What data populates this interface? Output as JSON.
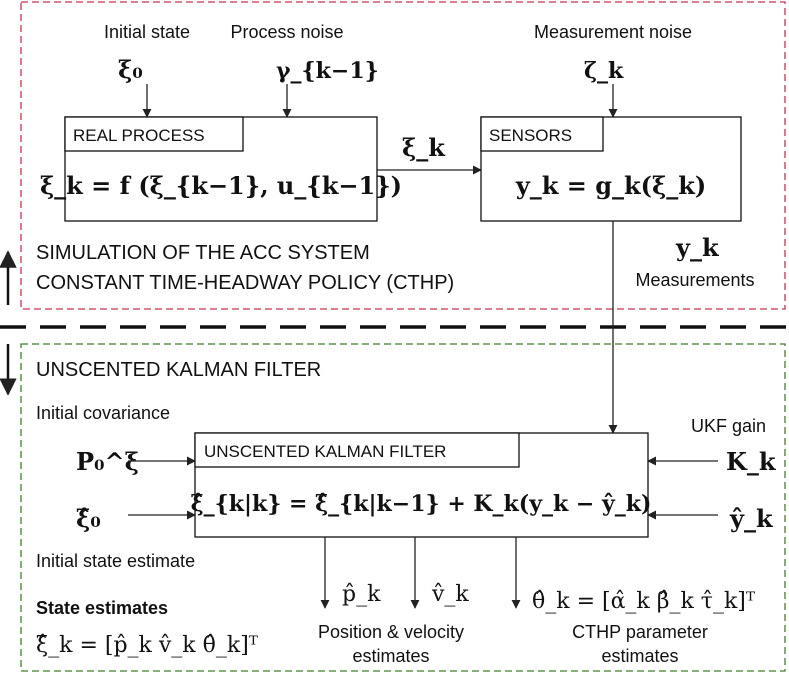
{
  "colors": {
    "top_region_border": "#c8344e",
    "bottom_region_border": "#3f7f2a",
    "ink": "#111111",
    "arrow": "#222222"
  },
  "top_region": {
    "caption_line1": "SIMULATION OF THE ACC SYSTEM",
    "caption_line2": "CONSTANT TIME-HEADWAY POLICY (CTHP)",
    "inputs": {
      "initial_state_label": "Initial state",
      "initial_state_symbol": "ξ₀",
      "process_noise_label": "Process noise",
      "process_noise_symbol": "γ_{k−1}",
      "measurement_noise_label": "Measurement noise",
      "measurement_noise_symbol": "ζ_k"
    },
    "real_process": {
      "title": "REAL PROCESS",
      "equation": "ξ_k = f (ξ_{k−1}, u_{k−1})"
    },
    "state_signal": "ξ_k",
    "sensors": {
      "title": "SENSORS",
      "equation": "y_k = g_k(ξ_k)"
    },
    "measurement_signal": "y_k",
    "measurements_label": "Measurements"
  },
  "bottom_region": {
    "caption": "UNSCENTED KALMAN FILTER",
    "initial_covariance_label": "Initial covariance",
    "initial_covariance_symbol": "P₀^ξ",
    "initial_state_estimate_symbol": "ξ̂₀",
    "initial_state_estimate_label": "Initial state estimate",
    "ukf_gain_label": "UKF gain",
    "ukf_gain_symbol": "K_k",
    "predicted_measurement_symbol": "ŷ_k",
    "ukf_box": {
      "title": "UNSCENTED KALMAN FILTER",
      "equation": "ξ̂_{k|k} = ξ̂_{k|k−1} + K_k(y_k − ŷ_k)"
    },
    "state_estimates": {
      "title": "State estimates",
      "equation": "ξ̂_k = [p̂_k  v̂_k  θ̂_k]ᵀ"
    },
    "outputs": {
      "position_symbol": "p̂_k",
      "velocity_symbol": "v̂_k",
      "position_velocity_label_line1": "Position & velocity",
      "position_velocity_label_line2": "estimates",
      "theta_equation": "θ̂_k = [α̂_k  β̂_k  τ̂_k]ᵀ",
      "cthp_label_line1": "CTHP parameter",
      "cthp_label_line2": "estimates"
    }
  }
}
